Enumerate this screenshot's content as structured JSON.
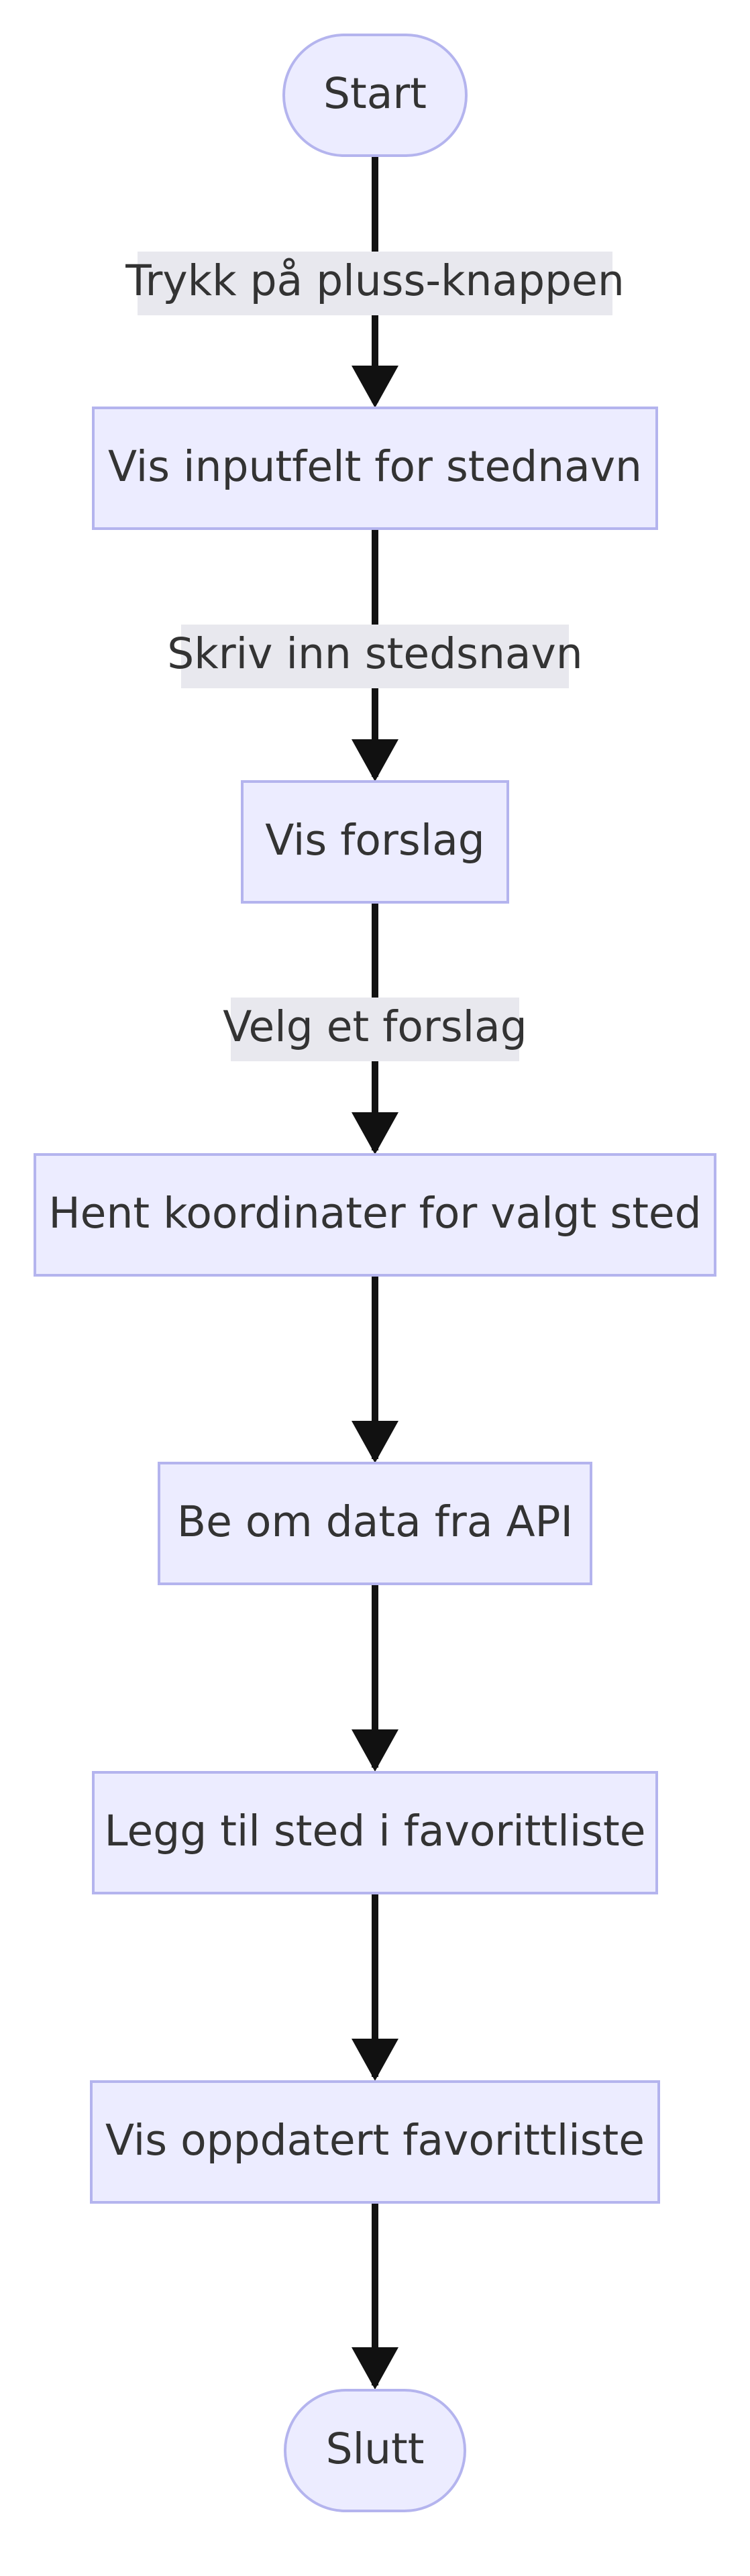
{
  "diagram": {
    "colors": {
      "node_fill": "#ECECFF",
      "node_stroke": "#B4B4EE",
      "edge": "#111111",
      "edge_label_bg": "#E8E8EE",
      "text": "#333333"
    },
    "nodes": [
      {
        "id": "start",
        "label": "Start",
        "shape": "stadium"
      },
      {
        "id": "inputfield",
        "label": "Vis inputfelt for stednavn",
        "shape": "rect"
      },
      {
        "id": "suggestions",
        "label": "Vis forslag",
        "shape": "rect"
      },
      {
        "id": "coordinates",
        "label": "Hent koordinater for valgt sted",
        "shape": "rect"
      },
      {
        "id": "api",
        "label": "Be om data fra API",
        "shape": "rect"
      },
      {
        "id": "add-favorite",
        "label": "Legg til sted i favorittliste",
        "shape": "rect"
      },
      {
        "id": "show-favorites",
        "label": "Vis oppdatert favorittliste",
        "shape": "rect"
      },
      {
        "id": "end",
        "label": "Slutt",
        "shape": "stadium"
      }
    ],
    "edges": [
      {
        "from": "start",
        "to": "inputfield",
        "label": "Trykk på pluss-knappen"
      },
      {
        "from": "inputfield",
        "to": "suggestions",
        "label": "Skriv inn stedsnavn"
      },
      {
        "from": "suggestions",
        "to": "coordinates",
        "label": "Velg et forslag"
      },
      {
        "from": "coordinates",
        "to": "api",
        "label": ""
      },
      {
        "from": "api",
        "to": "add-favorite",
        "label": ""
      },
      {
        "from": "add-favorite",
        "to": "show-favorites",
        "label": ""
      },
      {
        "from": "show-favorites",
        "to": "end",
        "label": ""
      }
    ]
  }
}
